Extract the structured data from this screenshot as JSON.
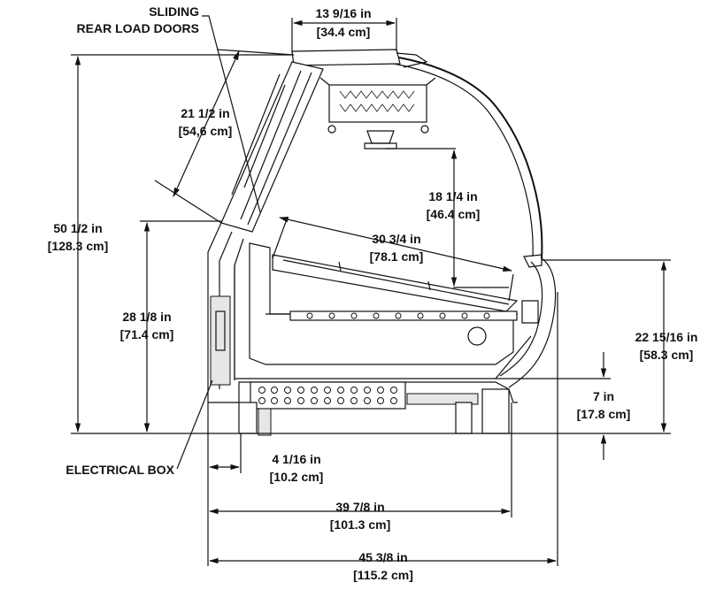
{
  "labels": {
    "sliding_doors_line1": "SLIDING",
    "sliding_doors_line2": "REAR LOAD DOORS",
    "electrical_box": "ELECTRICAL BOX"
  },
  "dimensions": {
    "top_width": {
      "imperial": "13 9/16 in",
      "metric": "[34.4 cm]"
    },
    "door_length": {
      "imperial": "21 1/2 in",
      "metric": "[54,6 cm]"
    },
    "overall_height": {
      "imperial": "50 1/2 in",
      "metric": "[128.3 cm]"
    },
    "shelf_clearance": {
      "imperial": "18 1/4 in",
      "metric": "[46.4 cm]"
    },
    "deck_depth": {
      "imperial": "30 3/4 in",
      "metric": "[78.1 cm]"
    },
    "rear_height": {
      "imperial": "28 1/8 in",
      "metric": "[71.4 cm]"
    },
    "front_height": {
      "imperial": "22 15/16 in",
      "metric": "[58.3 cm]"
    },
    "base_height": {
      "imperial": "7 in",
      "metric": "[17.8 cm]"
    },
    "electrical_box_depth": {
      "imperial": "4 1/16 in",
      "metric": "[10.2 cm]"
    },
    "base_depth": {
      "imperial": "39 7/8 in",
      "metric": "[101.3 cm]"
    },
    "overall_depth": {
      "imperial": "45 3/8 in",
      "metric": "[115.2 cm]"
    }
  }
}
